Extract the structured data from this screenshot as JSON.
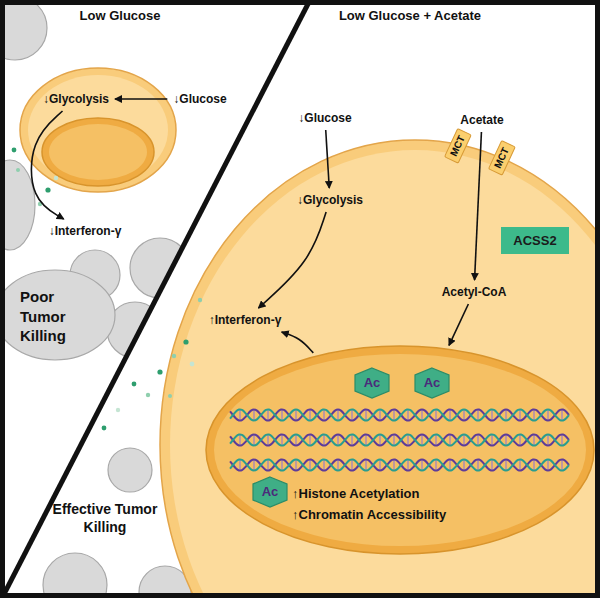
{
  "diagram": {
    "nodes": [
      {
        "text": [
          "↓Glucose"
        ]
      },
      {
        "text": [
          "↓Glycolysis"
        ]
      },
      {
        "text": [
          "↓Interferon-γ"
        ]
      },
      {
        "text": [
          "↓Glucose"
        ]
      },
      {
        "text": [
          "↓Glycolysis"
        ]
      },
      {
        "text": [
          "↑Interferon-γ"
        ]
      },
      {
        "text": [
          "Acetate"
        ]
      },
      {
        "text": [
          "MCT"
        ]
      },
      {
        "text": [
          "MCT"
        ]
      },
      {
        "text": [
          "ACSS2"
        ]
      },
      {
        "text": [
          "Acetyl-CoA"
        ]
      },
      {
        "text": [
          "↑Histone Acetylation",
          "↑Chromatin Accessibility"
        ]
      },
      {
        "text": [
          "Ac"
        ],
        "in": 11
      },
      {
        "text": [
          "Ac"
        ],
        "in": 11
      },
      {
        "text": [
          "Ac"
        ],
        "in": 11
      }
    ],
    "edges": [
      {
        "from": 0,
        "to": 1,
        "arrow": "to"
      },
      {
        "from": 1,
        "to": 2,
        "arrow": "to"
      },
      {
        "from": 3,
        "to": 4,
        "arrow": "to"
      },
      {
        "from": 4,
        "to": 5,
        "arrow": "to"
      },
      {
        "from": 6,
        "to": 10,
        "arrow": "to"
      },
      {
        "from": 10,
        "to": 11,
        "arrow": "to"
      },
      {
        "from": 11,
        "to": 5,
        "arrow": "to"
      }
    ],
    "labels": [
      "Low Glucose",
      "Poor Tumor Killing",
      "Low Glucose + Acetate",
      "Effective Tumor Killing"
    ]
  }
}
